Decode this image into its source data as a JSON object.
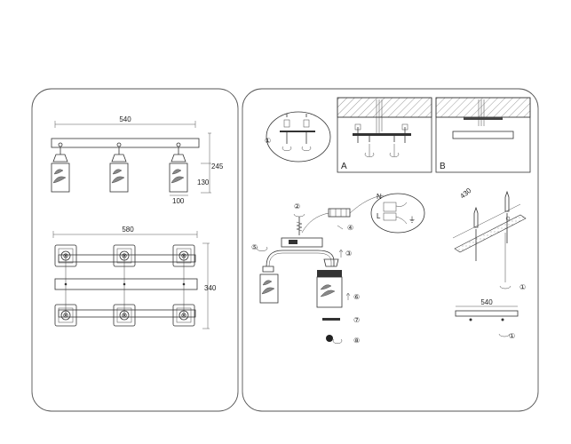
{
  "left_panel": {
    "front_view": {
      "width": "540",
      "height": "245",
      "shade_height": "130",
      "shade_width": "100"
    },
    "top_view": {
      "width": "580",
      "depth": "340"
    }
  },
  "right_panel": {
    "steps": [
      "①",
      "②",
      "③",
      "④",
      "⑤",
      "⑥",
      "⑦",
      "⑧"
    ],
    "inset_labels": {
      "a": "A",
      "b": "B"
    },
    "wiring_letters": {
      "n": "N",
      "l": "L"
    },
    "mount_length": "430",
    "plate_width": "540",
    "ground_symbol": "⏚",
    "step1_suffix": "①",
    "step1b_suffix": "①"
  }
}
